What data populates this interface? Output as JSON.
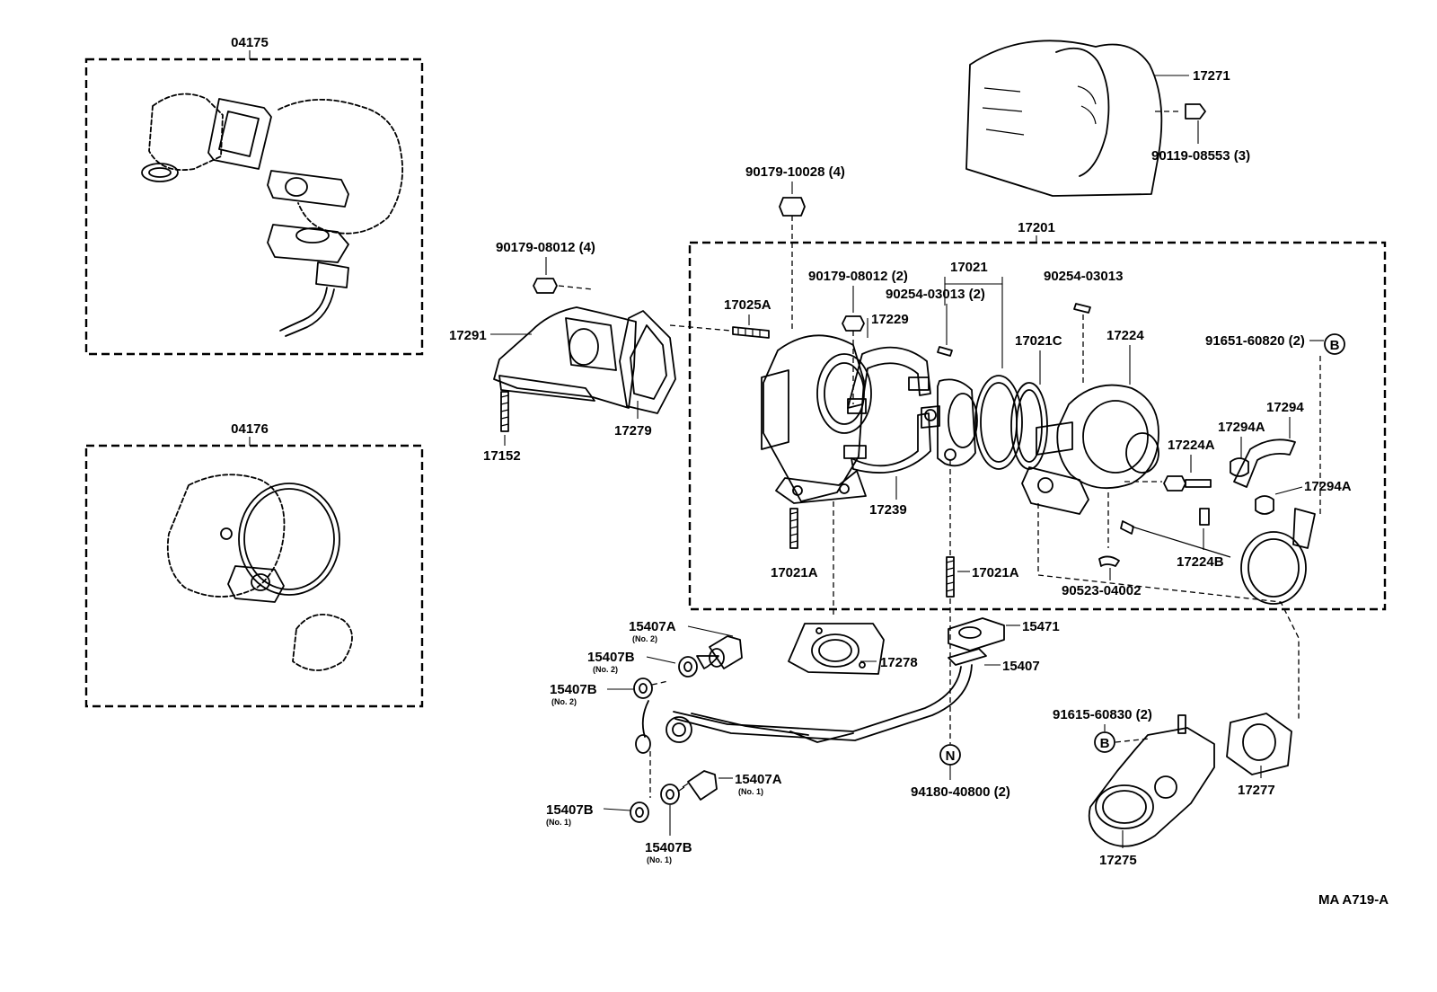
{
  "callouts": {
    "kit_04175": "04175",
    "kit_04176": "04176",
    "assy_17201": "17201",
    "p_17271": "17271",
    "p_90119_08553": "90119-08553 (3)",
    "p_90179_10028": "90179-10028 (4)",
    "p_90179_08012_4": "90179-08012 (4)",
    "p_90179_08012_2": "90179-08012 (2)",
    "p_17021": "17021",
    "p_90254_03013_2": "90254-03013 (2)",
    "p_90254_03013": "90254-03013",
    "p_17025A": "17025A",
    "p_17229": "17229",
    "p_17291": "17291",
    "p_17021C": "17021C",
    "p_17224": "17224",
    "p_91651_60820": "91651-60820 (2)",
    "p_17294": "17294",
    "p_17294A_1": "17294A",
    "p_17224A": "17224A",
    "p_17294A_2": "17294A",
    "p_17152": "17152",
    "p_17279": "17279",
    "p_17239": "17239",
    "p_17021A_1": "17021A",
    "p_17021A_2": "17021A",
    "p_90523_04002": "90523-04002",
    "p_17224B": "17224B",
    "p_15407A_top": "15407A",
    "p_15407B_a": "15407B",
    "p_15407B_b": "15407B",
    "p_15471": "15471",
    "p_15407": "15407",
    "p_17278": "17278",
    "p_91615_60830": "91615-60830 (2)",
    "p_15407A_bot": "15407A",
    "p_15407B_c": "15407B",
    "p_15407B_d": "15407B",
    "p_94180_40800": "94180-40800 (2)",
    "p_17277": "17277",
    "p_17275": "17275",
    "figure_code": "MA A719-A"
  },
  "sub_labels": {
    "no2_a": "(No. 2)",
    "no2_b": "(No. 2)",
    "no2_c": "(No. 2)",
    "no1_a": "(No. 1)",
    "no1_b": "(No. 1)",
    "no1_c": "(No. 1)"
  },
  "markers": {
    "b_top": "B",
    "b_bot": "B",
    "n": "N"
  }
}
